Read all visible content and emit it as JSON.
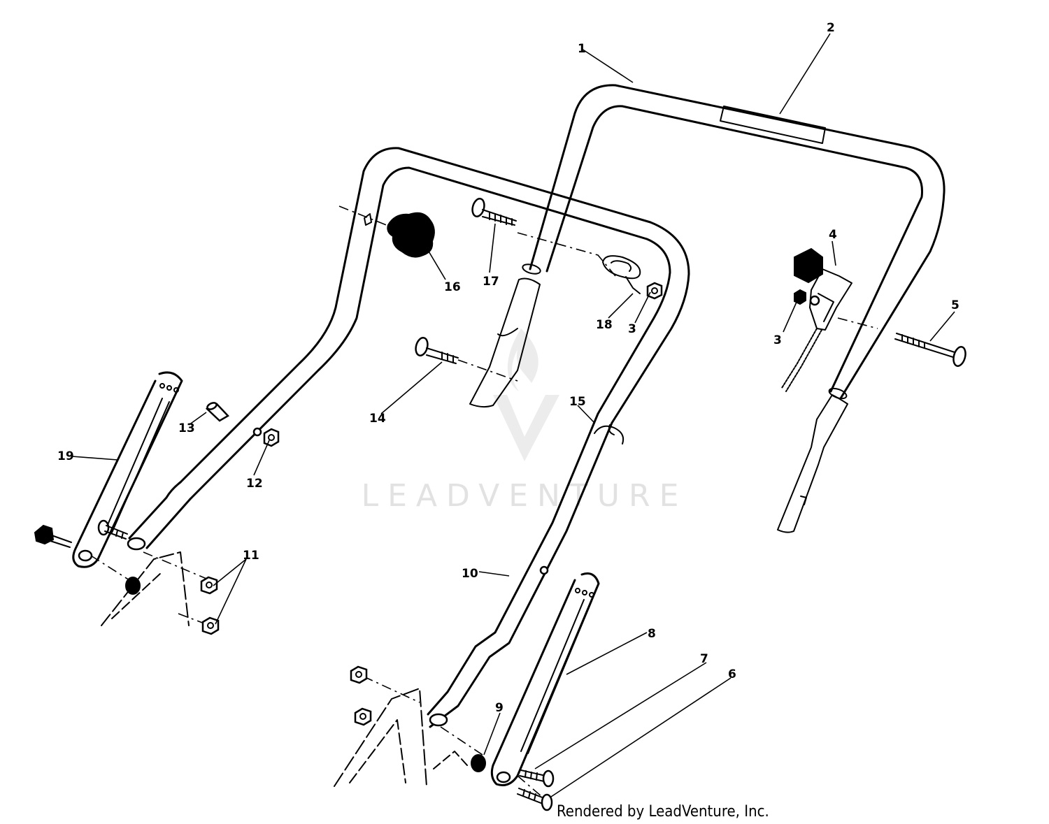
{
  "diagram": {
    "callouts": [
      "1",
      "2",
      "3",
      "3",
      "4",
      "5",
      "6",
      "7",
      "8",
      "9",
      "10",
      "11",
      "12",
      "13",
      "14",
      "15",
      "16",
      "17",
      "18",
      "19"
    ],
    "watermark": "LEADVENTURE",
    "credit": "Rendered by LeadVenture, Inc."
  }
}
